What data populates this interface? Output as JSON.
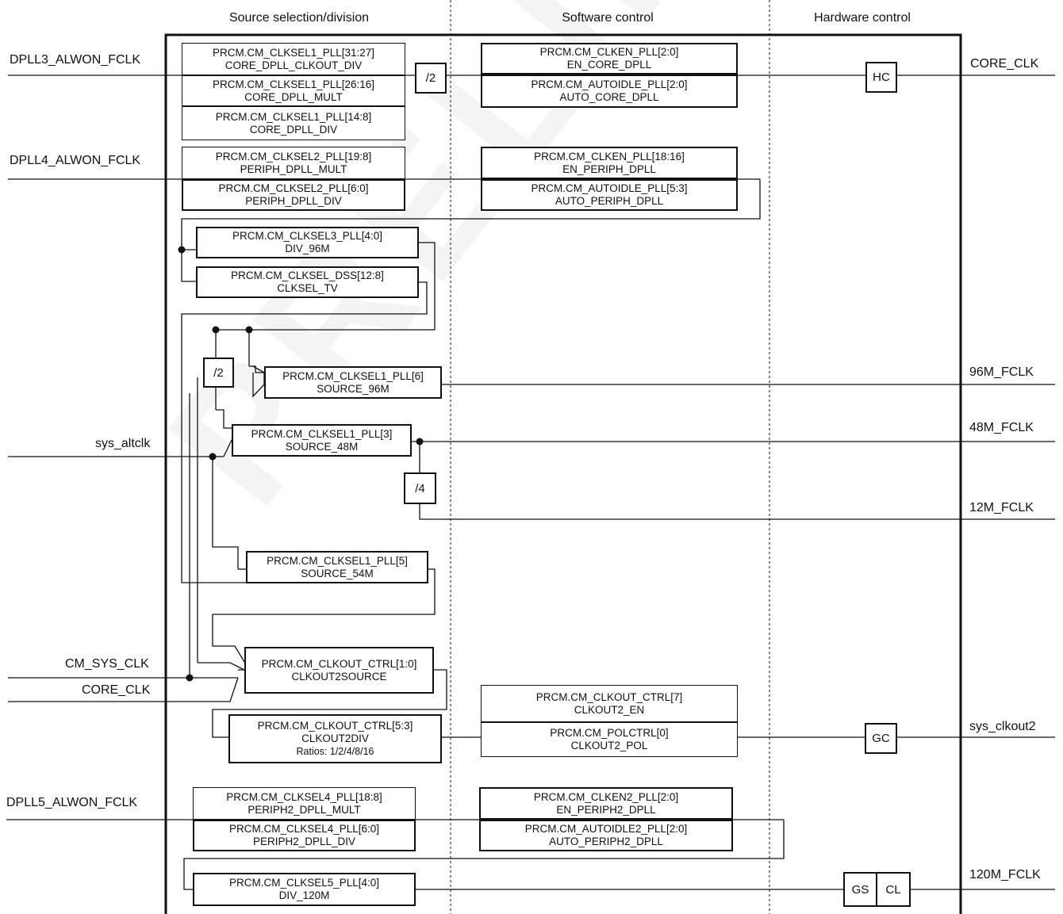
{
  "headers": {
    "source": "Source selection/division",
    "software": "Software control",
    "hardware": "Hardware control"
  },
  "watermark": "PRELIMINARY",
  "inputs": {
    "dpll3": "DPLL3_ALWON_FCLK",
    "dpll4": "DPLL4_ALWON_FCLK",
    "sys_altclk": "sys_altclk",
    "cm_sys_clk": "CM_SYS_CLK",
    "core_clk": "CORE_CLK",
    "dpll5": "DPLL5_ALWON_FCLK"
  },
  "outputs": {
    "core_clk": "CORE_CLK",
    "m96": "96M_FCLK",
    "m48": "48M_FCLK",
    "m12": "12M_FCLK",
    "sys_clkout2": "sys_clkout2",
    "m120": "120M_FCLK"
  },
  "boxes": {
    "b1": [
      "PRCM.CM_CLKSEL1_PLL[31:27]",
      "CORE_DPLL_CLKOUT_DIV"
    ],
    "b2": [
      "PRCM.CM_CLKSEL1_PLL[26:16]",
      "CORE_DPLL_MULT"
    ],
    "b3": [
      "PRCM.CM_CLKSEL1_PLL[14:8]",
      "CORE_DPLL_DIV"
    ],
    "b4": [
      "PRCM.CM_CLKEN_PLL[2:0]",
      "EN_CORE_DPLL"
    ],
    "b5": [
      "PRCM.CM_AUTOIDLE_PLL[2:0]",
      "AUTO_CORE_DPLL"
    ],
    "b6": [
      "PRCM.CM_CLKSEL2_PLL[19:8]",
      "PERIPH_DPLL_MULT"
    ],
    "b7": [
      "PRCM.CM_CLKSEL2_PLL[6:0]",
      "PERIPH_DPLL_DIV"
    ],
    "b8": [
      "PRCM.CM_CLKEN_PLL[18:16]",
      "EN_PERIPH_DPLL"
    ],
    "b9": [
      "PRCM.CM_AUTOIDLE_PLL[5:3]",
      "AUTO_PERIPH_DPLL"
    ],
    "b10": [
      "PRCM.CM_CLKSEL3_PLL[4:0]",
      "DIV_96M"
    ],
    "b11": [
      "PRCM.CM_CLKSEL_DSS[12:8]",
      "CLKSEL_TV"
    ],
    "b12": [
      "PRCM.CM_CLKSEL1_PLL[6]",
      "SOURCE_96M"
    ],
    "b13": [
      "PRCM.CM_CLKSEL1_PLL[3]",
      "SOURCE_48M"
    ],
    "b14": [
      "PRCM.CM_CLKSEL1_PLL[5]",
      "SOURCE_54M"
    ],
    "b15": [
      "PRCM.CM_CLKOUT_CTRL[1:0]",
      "CLKOUT2SOURCE"
    ],
    "b16": [
      "PRCM.CM_CLKOUT_CTRL[5:3]",
      "CLKOUT2DIV",
      "Ratios: 1/2/4/8/16"
    ],
    "b17": [
      "PRCM.CM_CLKOUT_CTRL[7]",
      "CLKOUT2_EN"
    ],
    "b18": [
      "PRCM.CM_POLCTRL[0]",
      "CLKOUT2_POL"
    ],
    "b19": [
      "PRCM.CM_CLKSEL4_PLL[18:8]",
      "PERIPH2_DPLL_MULT"
    ],
    "b20": [
      "PRCM.CM_CLKSEL4_PLL[6:0]",
      "PERIPH2_DPLL_DIV"
    ],
    "b21": [
      "PRCM.CM_CLKEN2_PLL[2:0]",
      "EN_PERIPH2_DPLL"
    ],
    "b22": [
      "PRCM.CM_AUTOIDLE2_PLL[2:0]",
      "AUTO_PERIPH2_DPLL"
    ],
    "b23": [
      "PRCM.CM_CLKSEL5_PLL[4:0]",
      "DIV_120M"
    ]
  },
  "blocks": {
    "div2_core": "/2",
    "div2_96": "/2",
    "div4": "/4",
    "hc": "HC",
    "gc": "GC",
    "gs": "GS",
    "cl": "CL"
  }
}
